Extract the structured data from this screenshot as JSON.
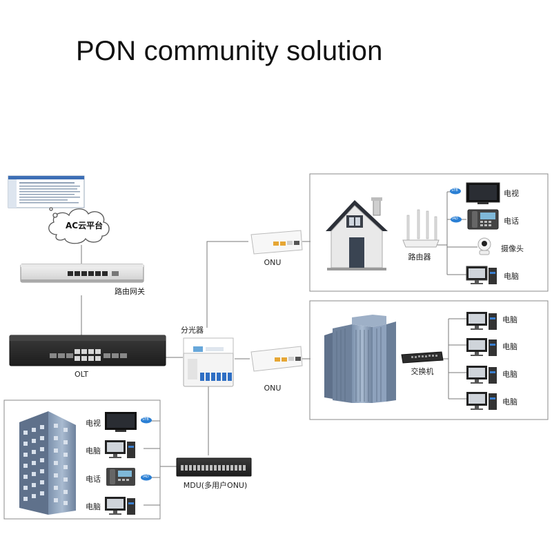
{
  "title": "PON community solution",
  "cloud": {
    "label": "AC云平台"
  },
  "gateway": {
    "label": "路由网关"
  },
  "olt": {
    "label": "OLT"
  },
  "splitter": {
    "label": "分光器"
  },
  "onu_top": {
    "label": "ONU"
  },
  "onu_mid": {
    "label": "ONU"
  },
  "mdu": {
    "label": "MDU(多用户ONU)"
  },
  "home": {
    "router_label": "路由器",
    "devices": [
      {
        "label": "电视",
        "badge": "STB"
      },
      {
        "label": "电话",
        "badge": "IAD"
      },
      {
        "label": "摄像头"
      },
      {
        "label": "电脑"
      }
    ]
  },
  "office": {
    "switch_label": "交换机",
    "devices": [
      {
        "label": "电脑"
      },
      {
        "label": "电脑"
      },
      {
        "label": "电脑"
      },
      {
        "label": "电脑"
      }
    ]
  },
  "apartment": {
    "devices": [
      {
        "label": "电视",
        "badge": "STB"
      },
      {
        "label": "电脑"
      },
      {
        "label": "电话",
        "badge": "IAD"
      },
      {
        "label": "电脑"
      }
    ]
  }
}
